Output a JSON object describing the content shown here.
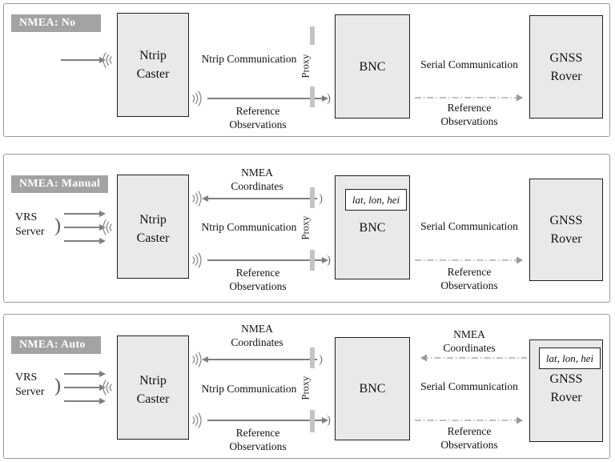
{
  "colors": {
    "box_fill": "#e9e9e9",
    "box_border": "#1f1f1f",
    "tag_bg": "#a3a3a3",
    "tag_text": "#ffffff",
    "arrow_gray": "#7f7f7f",
    "dashdot_gray": "#999999",
    "proxy_bar": "#c4c4c4",
    "panel_border": "#9a9a9a"
  },
  "glyphs": {
    "signal_arc": ")"
  },
  "panels": [
    {
      "tag": "NMEA: No",
      "caster": [
        "Ntrip",
        "Caster"
      ],
      "bnc": "BNC",
      "rover": [
        "GNSS",
        "Rover"
      ],
      "proxy": "Proxy",
      "ntrip_comm": "Ntrip Communication",
      "serial_comm": "Serial Communication",
      "ref_obs_mid": [
        "Reference",
        "Observations"
      ],
      "ref_obs_right": [
        "Reference",
        "Observations"
      ]
    },
    {
      "tag": "NMEA: Manual",
      "vrs": [
        "VRS",
        "Server"
      ],
      "caster": [
        "Ntrip",
        "Caster"
      ],
      "bnc": "BNC",
      "coords_chip": "lat, lon, hei",
      "rover": [
        "GNSS",
        "Rover"
      ],
      "proxy": "Proxy",
      "nmea_coords": [
        "NMEA",
        "Coordinates"
      ],
      "ntrip_comm": "Ntrip Communication",
      "serial_comm": "Serial Communication",
      "ref_obs_mid": [
        "Reference",
        "Observations"
      ],
      "ref_obs_right": [
        "Reference",
        "Observations"
      ]
    },
    {
      "tag": "NMEA: Auto",
      "vrs": [
        "VRS",
        "Server"
      ],
      "caster": [
        "Ntrip",
        "Caster"
      ],
      "bnc": "BNC",
      "coords_chip": "lat, lon, hei",
      "rover": [
        "GNSS",
        "Rover"
      ],
      "proxy": "Proxy",
      "nmea_coords_left": [
        "NMEA",
        "Coordinates"
      ],
      "nmea_coords_right": [
        "NMEA",
        "Coordinates"
      ],
      "ntrip_comm": "Ntrip Communication",
      "serial_comm": "Serial Communication",
      "ref_obs_mid": [
        "Reference",
        "Observations"
      ],
      "ref_obs_right": [
        "Reference",
        "Observations"
      ]
    }
  ]
}
